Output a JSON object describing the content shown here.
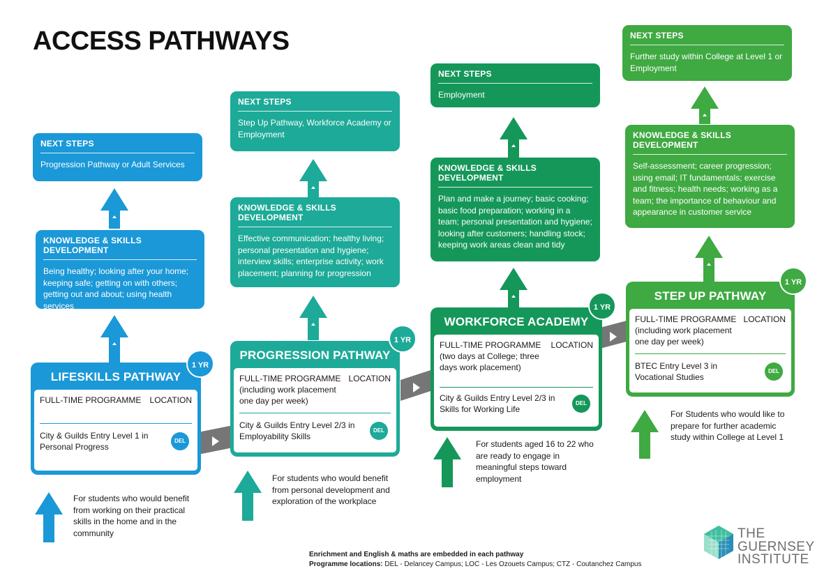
{
  "title": "ACCESS PATHWAYS",
  "colors": {
    "blue": "#1b98d7",
    "teal": "#1daa98",
    "green": "#15975a",
    "light_green": "#3fa942",
    "road": "#767676"
  },
  "pathways": [
    {
      "name": "LIFESKILLS PATHWAY",
      "duration": "1 YR",
      "programme": "FULL-TIME PROGRAMME",
      "location_label": "LOCATION",
      "qualification": "City & Guilds Entry Level 1 in Personal Progress",
      "location": "DEL",
      "audience": "For students who would benefit from working on their practical skills in the home and in the community",
      "skills_heading": "KNOWLEDGE & SKILLS DEVELOPMENT",
      "skills": "Being healthy; looking after your home; keeping safe; getting on with others; getting out and about; using health services",
      "next_heading": "NEXT STEPS",
      "next": "Progression Pathway or Adult Services"
    },
    {
      "name": "PROGRESSION PATHWAY",
      "duration": "1 YR",
      "programme": "FULL-TIME PROGRAMME (including work placement one day per week)",
      "location_label": "LOCATION",
      "qualification": "City & Guilds Entry Level 2/3 in Employability Skills",
      "location": "DEL",
      "audience": "For students who would benefit from personal development and exploration of the workplace",
      "skills_heading": "KNOWLEDGE & SKILLS DEVELOPMENT",
      "skills": "Effective communication; healthy living; personal presentation and hygiene; interview skills; enterprise activity; work placement; planning for progression",
      "next_heading": "NEXT STEPS",
      "next": "Step Up Pathway, Workforce Academy or Employment"
    },
    {
      "name": "WORKFORCE ACADEMY",
      "duration": "1 YR",
      "programme": "FULL-TIME PROGRAMME (two days at College; three days work placement)",
      "location_label": "LOCATION",
      "qualification": "City & Guilds Entry Level 2/3 in Skills for Working Life",
      "location": "DEL",
      "audience": "For students aged 16 to 22 who are ready to engage in meaningful steps toward employment",
      "skills_heading": "KNOWLEDGE & SKILLS DEVELOPMENT",
      "skills": "Plan and make a journey; basic cooking; basic food preparation; working in a team; personal presentation and hygiene; looking after customers; handling stock; keeping work areas clean and tidy",
      "next_heading": "NEXT STEPS",
      "next": "Employment"
    },
    {
      "name": "STEP UP PATHWAY",
      "duration": "1 YR",
      "programme": "FULL-TIME PROGRAMME (including work placement one day per week)",
      "location_label": "LOCATION",
      "qualification": "BTEC Entry Level 3 in Vocational Studies",
      "location": "DEL",
      "audience": "For Students who would like to prepare for further academic study within College at Level 1",
      "skills_heading": "KNOWLEDGE & SKILLS DEVELOPMENT",
      "skills": "Self-assessment; career progression; using email; IT fundamentals; exercise and fitness; health needs; working as a team; the importance of behaviour and appearance in customer service",
      "next_heading": "NEXT STEPS",
      "next": "Further study within College at Level 1 or Employment"
    }
  ],
  "footer": {
    "line1": "Enrichment and English & maths are embedded in each pathway",
    "line2_label": "Programme locations:",
    "line2_text": "DEL - Delancey Campus; LOC - Les Ozouets Campus;  CTZ - Coutanchez Campus"
  },
  "logo": {
    "line1": "THE",
    "line2": "GUERNSEY",
    "line3": "INSTITUTE"
  }
}
